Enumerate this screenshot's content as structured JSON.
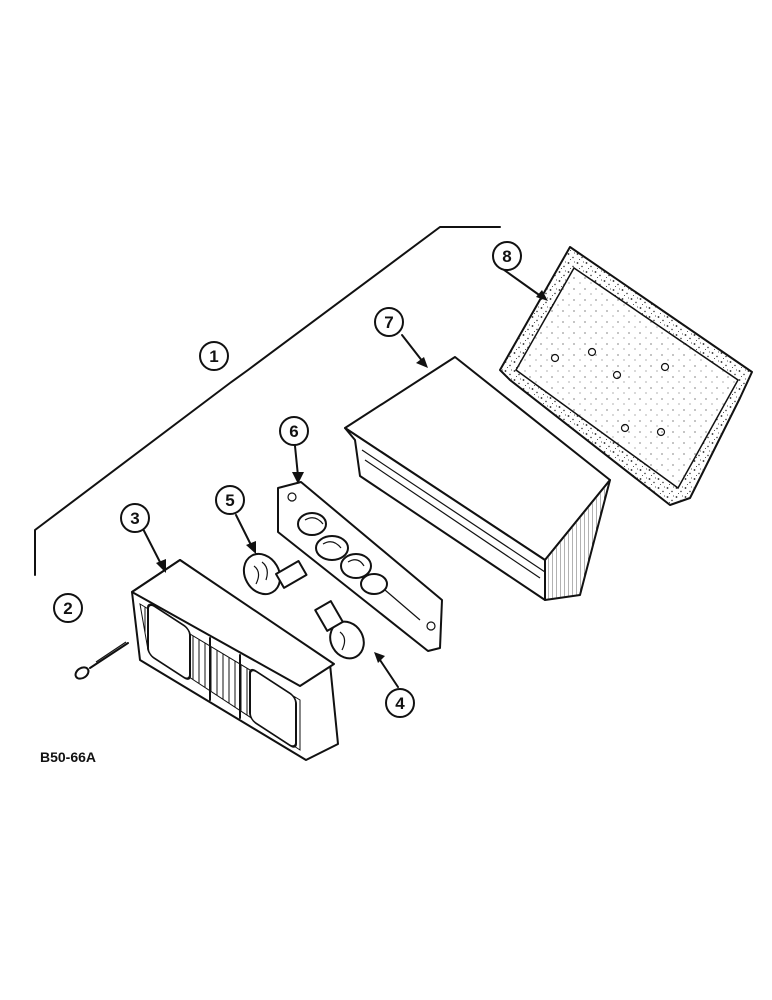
{
  "figure_code": "B50-66A",
  "callouts": {
    "c1": "1",
    "c2": "2",
    "c3": "3",
    "c4": "4",
    "c5": "5",
    "c6": "6",
    "c7": "7",
    "c8": "8"
  }
}
